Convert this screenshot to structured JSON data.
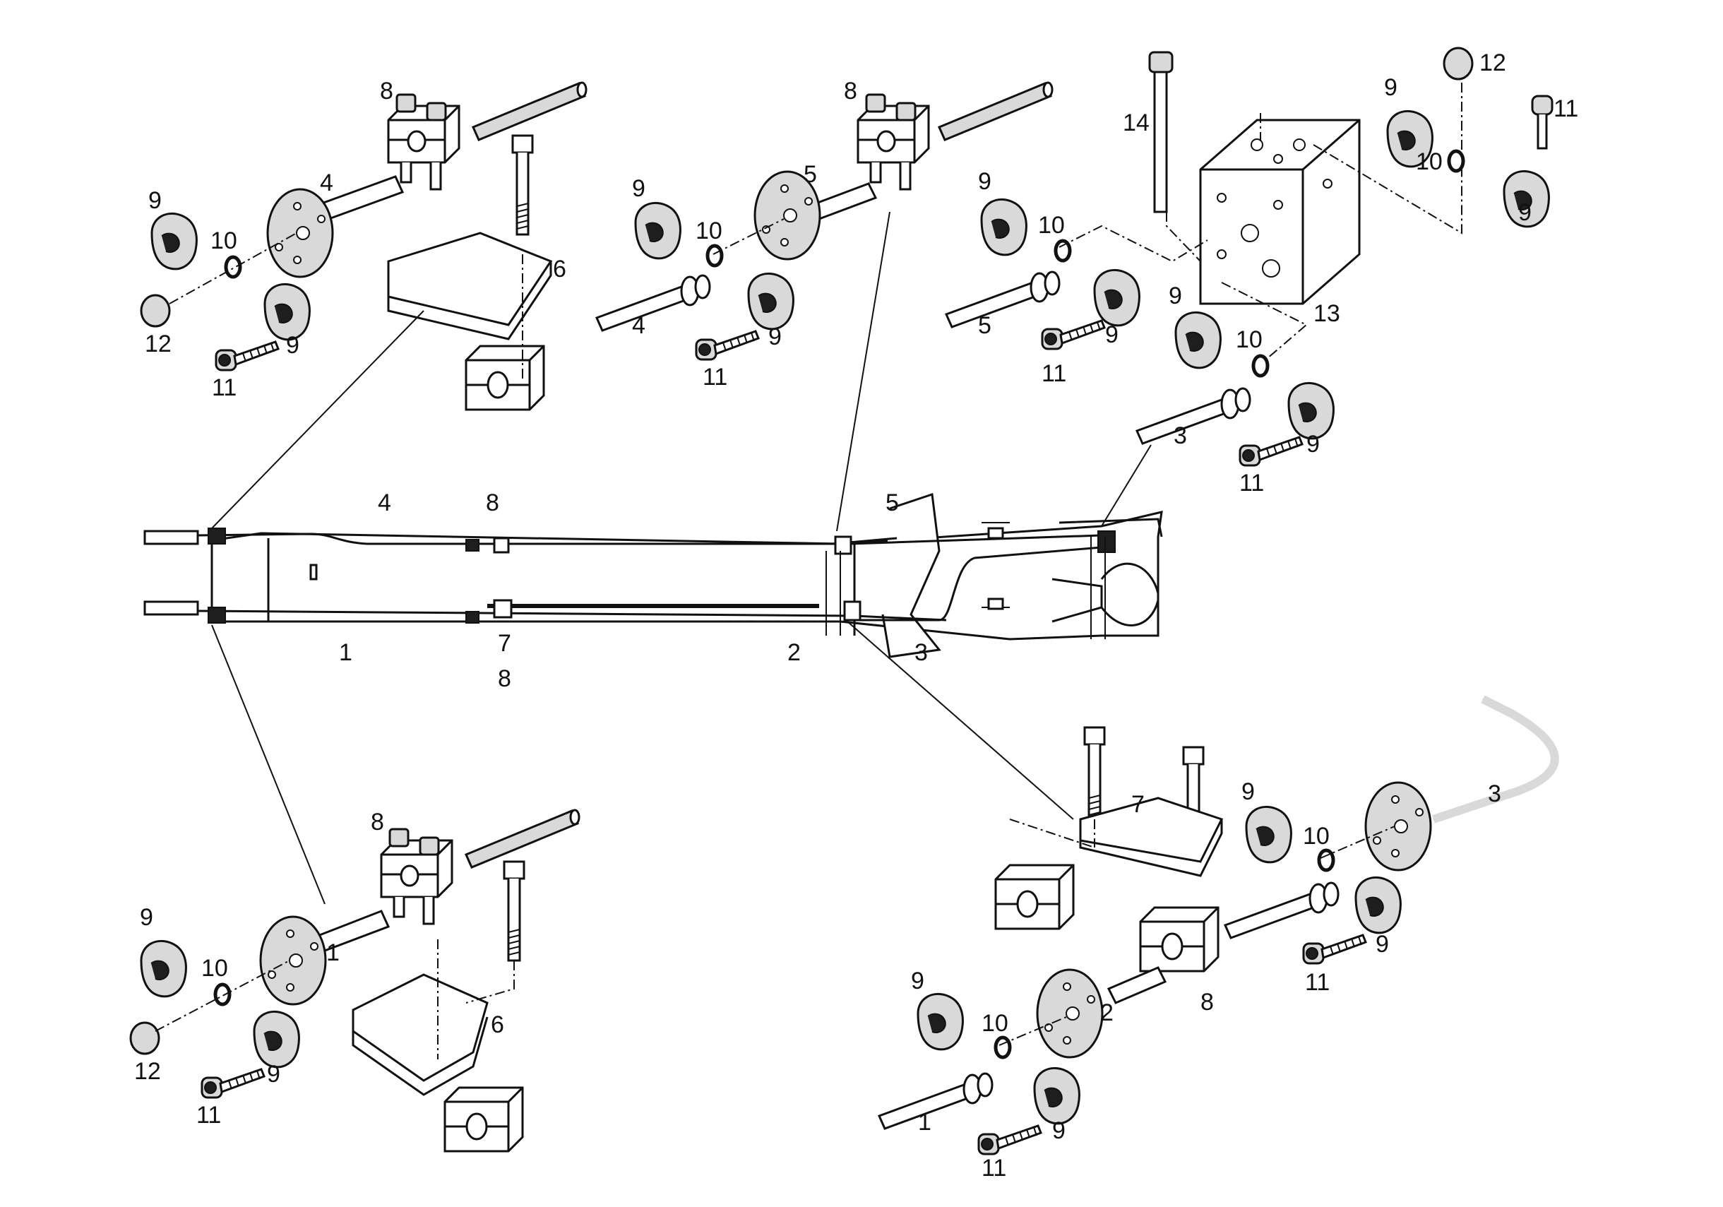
{
  "diagram": {
    "callouts": [
      {
        "id": "c-tl-8",
        "text": "8"
      },
      {
        "id": "c-tl-4",
        "text": "4"
      },
      {
        "id": "c-tl-9a",
        "text": "9"
      },
      {
        "id": "c-tl-10",
        "text": "10"
      },
      {
        "id": "c-tl-6",
        "text": "6"
      },
      {
        "id": "c-tl-12",
        "text": "12"
      },
      {
        "id": "c-tl-9b",
        "text": "9"
      },
      {
        "id": "c-tl-11",
        "text": "11"
      },
      {
        "id": "c-tm-8",
        "text": "8"
      },
      {
        "id": "c-tm-5",
        "text": "5"
      },
      {
        "id": "c-tm-9a",
        "text": "9"
      },
      {
        "id": "c-tm-10",
        "text": "10"
      },
      {
        "id": "c-tm-4",
        "text": "4"
      },
      {
        "id": "c-tm-9b",
        "text": "9"
      },
      {
        "id": "c-tm-11",
        "text": "11"
      },
      {
        "id": "c-tr-14",
        "text": "14"
      },
      {
        "id": "c-tr-9a",
        "text": "9"
      },
      {
        "id": "c-tr-12",
        "text": "12"
      },
      {
        "id": "c-tr-11a",
        "text": "11"
      },
      {
        "id": "c-tr-10a",
        "text": "10"
      },
      {
        "id": "c-tr-9b",
        "text": "9"
      },
      {
        "id": "c-tr-9c",
        "text": "9"
      },
      {
        "id": "c-tr-10b",
        "text": "10"
      },
      {
        "id": "c-tr-5",
        "text": "5"
      },
      {
        "id": "c-tr-9d",
        "text": "9"
      },
      {
        "id": "c-tr-11b",
        "text": "11"
      },
      {
        "id": "c-tr-13",
        "text": "13"
      },
      {
        "id": "c-tr-9e",
        "text": "9"
      },
      {
        "id": "c-tr-10c",
        "text": "10"
      },
      {
        "id": "c-tr-3",
        "text": "3"
      },
      {
        "id": "c-tr-9f",
        "text": "9"
      },
      {
        "id": "c-tr-11c",
        "text": "11"
      },
      {
        "id": "c-fr-4",
        "text": "4"
      },
      {
        "id": "c-fr-8a",
        "text": "8"
      },
      {
        "id": "c-fr-5",
        "text": "5"
      },
      {
        "id": "c-fr-1",
        "text": "1"
      },
      {
        "id": "c-fr-7",
        "text": "7"
      },
      {
        "id": "c-fr-8b",
        "text": "8"
      },
      {
        "id": "c-fr-2",
        "text": "2"
      },
      {
        "id": "c-fr-3",
        "text": "3"
      },
      {
        "id": "c-bl-8",
        "text": "8"
      },
      {
        "id": "c-bl-9a",
        "text": "9"
      },
      {
        "id": "c-bl-10",
        "text": "10"
      },
      {
        "id": "c-bl-1",
        "text": "1"
      },
      {
        "id": "c-bl-6",
        "text": "6"
      },
      {
        "id": "c-bl-12",
        "text": "12"
      },
      {
        "id": "c-bl-9b",
        "text": "9"
      },
      {
        "id": "c-bl-11",
        "text": "11"
      },
      {
        "id": "c-br-7",
        "text": "7"
      },
      {
        "id": "c-br-9a",
        "text": "9"
      },
      {
        "id": "c-br-10a",
        "text": "10"
      },
      {
        "id": "c-br-3",
        "text": "3"
      },
      {
        "id": "c-br-9b",
        "text": "9"
      },
      {
        "id": "c-br-11a",
        "text": "11"
      },
      {
        "id": "c-br-8",
        "text": "8"
      },
      {
        "id": "c-br-9c",
        "text": "9"
      },
      {
        "id": "c-br-10b",
        "text": "10"
      },
      {
        "id": "c-br-2",
        "text": "2"
      },
      {
        "id": "c-br-1",
        "text": "1"
      },
      {
        "id": "c-br-9d",
        "text": "9"
      },
      {
        "id": "c-br-11b",
        "text": "11"
      }
    ]
  }
}
